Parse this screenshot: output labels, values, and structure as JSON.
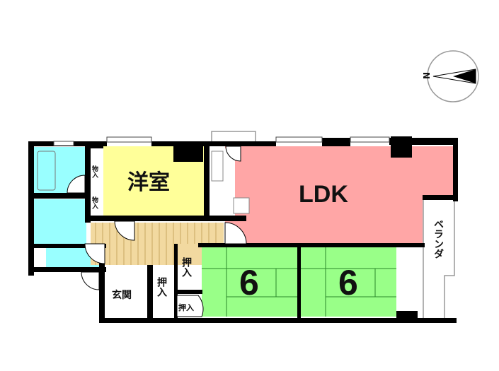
{
  "rooms": {
    "western_room": "洋室",
    "ldk": "LDK",
    "tatami_1": "6",
    "tatami_2": "6",
    "entrance": "玄関",
    "closet_1": "押入",
    "closet_2": "押入",
    "closet_3": "押入",
    "storage_1": "物入",
    "storage_2": "物入",
    "balcony": "ベランダ"
  },
  "compass": {
    "north_label": "N"
  },
  "colors": {
    "western": "#ffff99",
    "ldk": "#ffa6a6",
    "tatami": "#99ff88",
    "wet": "#99ffff",
    "corridor": "#f2d9a0",
    "wall": "#000000"
  }
}
